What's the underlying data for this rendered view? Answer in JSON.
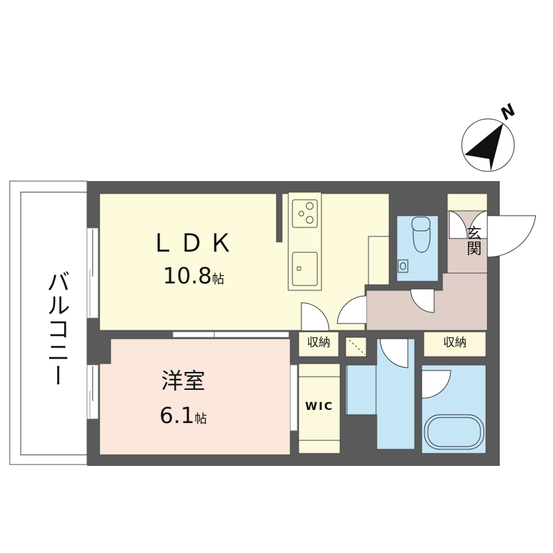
{
  "compass": {
    "north_label": "N"
  },
  "rooms": {
    "ldk": {
      "name": "ＬＤＫ",
      "size": "10.8",
      "unit": "帖"
    },
    "western": {
      "name": "洋室",
      "size": "6.1",
      "unit": "帖"
    },
    "entrance": {
      "name": "玄関"
    },
    "storage_left": {
      "name": "収納"
    },
    "storage_right": {
      "name": "収納"
    },
    "wic": {
      "name": "WIC"
    },
    "balcony": {
      "name": "バルコニー"
    }
  },
  "colors": {
    "ldk": "#fdfbdc",
    "western": "#fbe7dc",
    "entrance": "#e0cfc9",
    "wet": "#c6e6f8",
    "storage": "#fdf9dc",
    "wall": "#5a5a5a"
  }
}
